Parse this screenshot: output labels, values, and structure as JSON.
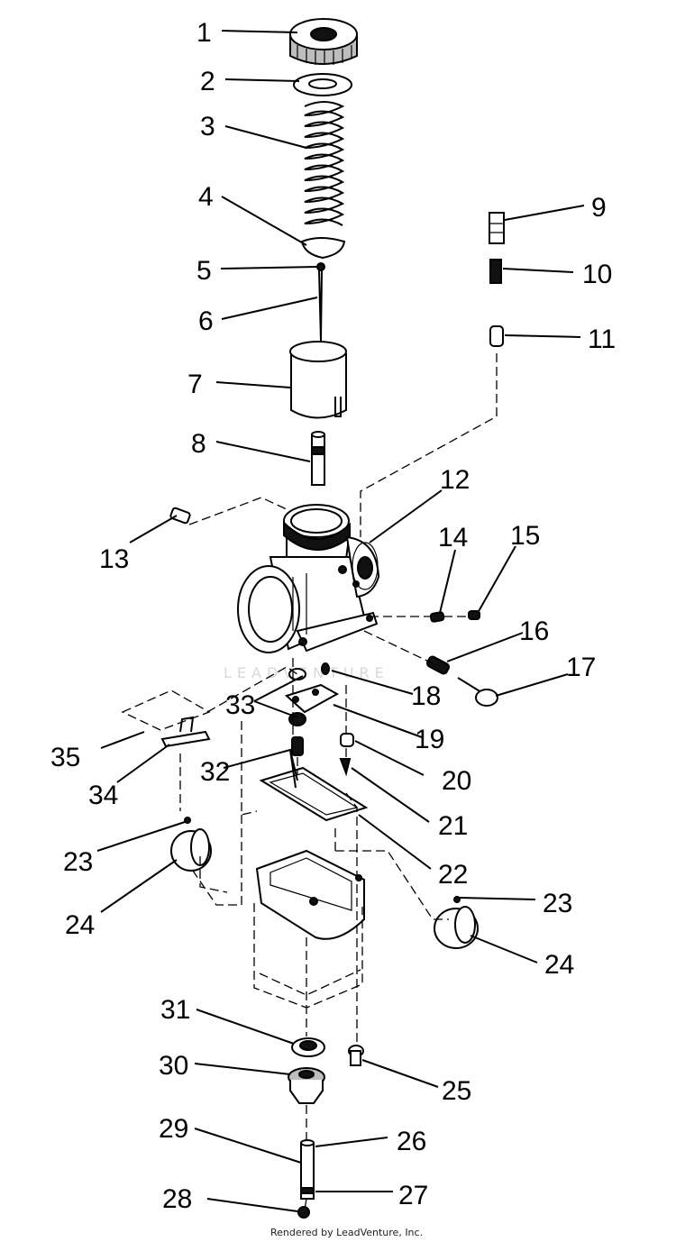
{
  "diagram": {
    "callouts": [
      "1",
      "2",
      "3",
      "4",
      "5",
      "6",
      "7",
      "8",
      "9",
      "10",
      "11",
      "12",
      "13",
      "14",
      "15",
      "16",
      "17",
      "18",
      "19",
      "20",
      "21",
      "22",
      "23",
      "24",
      "25",
      "26",
      "27",
      "28",
      "29",
      "30",
      "31",
      "32",
      "33",
      "34",
      "35",
      "23",
      "24"
    ],
    "footer": "Rendered by LeadVenture, Inc.",
    "watermark": "LEADVENTURE"
  }
}
